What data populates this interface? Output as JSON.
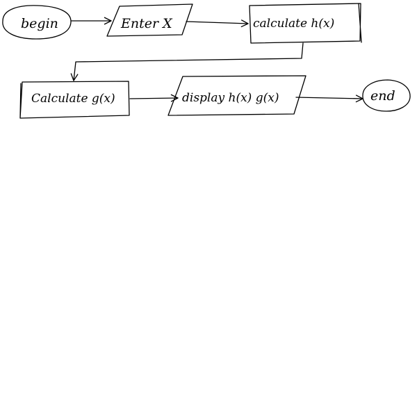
{
  "diagram": {
    "nodes": {
      "begin": {
        "label": "begin",
        "shape": "ellipse"
      },
      "enter_x": {
        "label": "Enter X",
        "shape": "parallelogram"
      },
      "calc_h": {
        "label": "calculate  h(x)",
        "shape": "rectangle"
      },
      "calc_g": {
        "label": "Calculate g(x)",
        "shape": "rectangle"
      },
      "display": {
        "label": "display  h(x) g(x)",
        "shape": "parallelogram"
      },
      "end": {
        "label": "end",
        "shape": "ellipse"
      }
    },
    "edges": [
      {
        "from": "begin",
        "to": "enter_x"
      },
      {
        "from": "enter_x",
        "to": "calc_h"
      },
      {
        "from": "calc_h",
        "to": "calc_g"
      },
      {
        "from": "calc_g",
        "to": "display"
      },
      {
        "from": "display",
        "to": "end"
      }
    ],
    "style": {
      "stroke_color": "#000000",
      "background": "#ffffff"
    }
  }
}
